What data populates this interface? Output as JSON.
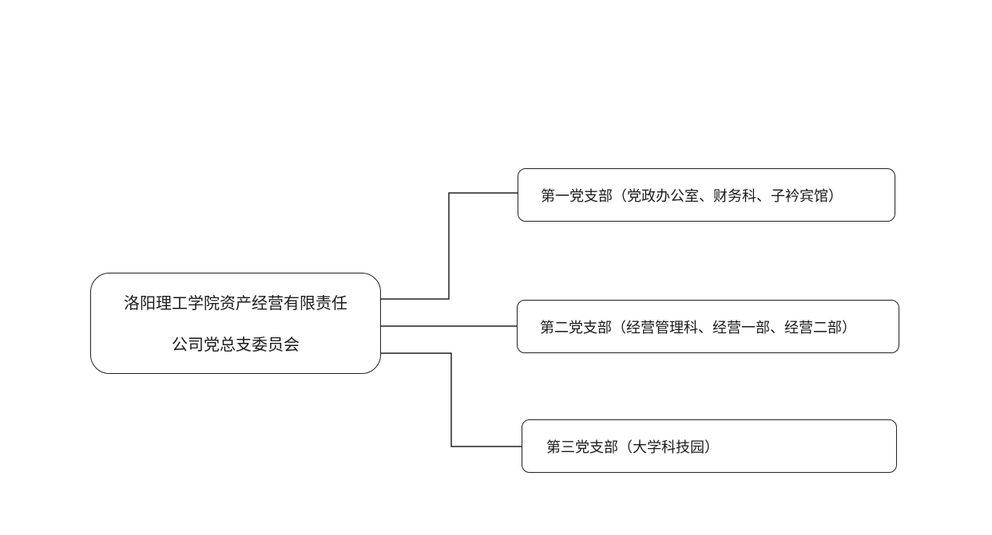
{
  "diagram": {
    "root": {
      "line1": "洛阳理工学院资产经营有限责任",
      "line2": "公司党总支委员会"
    },
    "branches": [
      {
        "label": "第一党支部（党政办公室、财务科、子衿宾馆）"
      },
      {
        "label": "第二党支部（经营管理科、经营一部、经营二部）"
      },
      {
        "label": "第三党支部（大学科技园）"
      }
    ],
    "colors": {
      "stroke": "#222222",
      "background": "#ffffff"
    }
  }
}
